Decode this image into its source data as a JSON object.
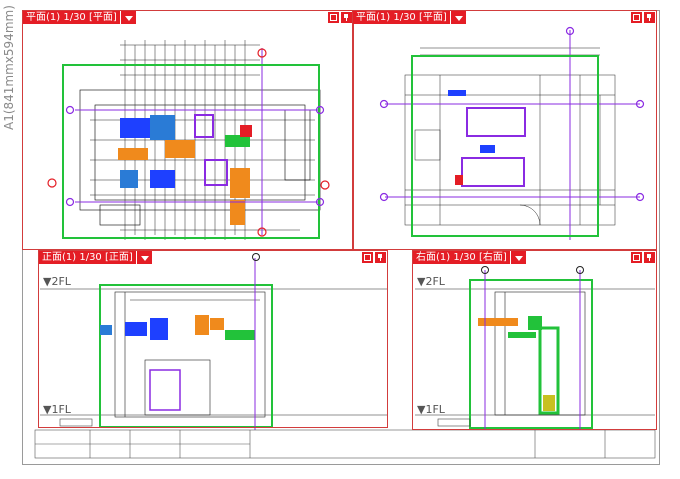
{
  "sheet": {
    "paper_label": "A1(841mmx594mm)"
  },
  "viewports": [
    {
      "id": "plan-left",
      "title": "平面(1) 1/30 [平面]"
    },
    {
      "id": "plan-right",
      "title": "平面(1) 1/30 [平面]"
    },
    {
      "id": "front",
      "title": "正面(1) 1/30 [正面]",
      "level_top": "▼2FL",
      "level_bottom": "▼1FL"
    },
    {
      "id": "side",
      "title": "右面(1) 1/30 [右面]",
      "level_top": "▼2FL",
      "level_bottom": "▼1FL"
    }
  ],
  "colors": {
    "frame": "#e41d25",
    "green": "#22c23a",
    "purple": "#8a2be2",
    "blue": "#1040ff",
    "orange": "#f08a1c"
  }
}
